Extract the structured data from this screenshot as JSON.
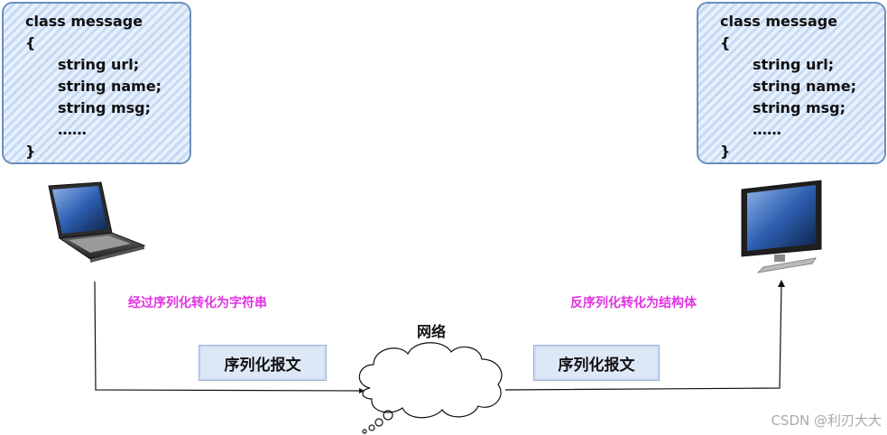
{
  "left_code": {
    "lines": [
      "class message",
      "{",
      "string url;",
      "string name;",
      "string msg;",
      "……",
      "}"
    ]
  },
  "right_code": {
    "lines": [
      "class message",
      "{",
      "string url;",
      "string name;",
      "string msg;",
      "……",
      "}"
    ]
  },
  "left_caption": "经过序列化转化为字符串",
  "right_caption": "反序列化转化为结构体",
  "left_tag": "序列化报文",
  "right_tag": "序列化报文",
  "network_label": "网络",
  "watermark": "CSDN @利刃大大",
  "colors": {
    "box_border": "#6c8ebf",
    "caption": "#e233e2",
    "line": "#111111"
  },
  "icons": {
    "sender": "laptop-icon",
    "receiver": "monitor-icon",
    "network": "cloud-icon"
  }
}
